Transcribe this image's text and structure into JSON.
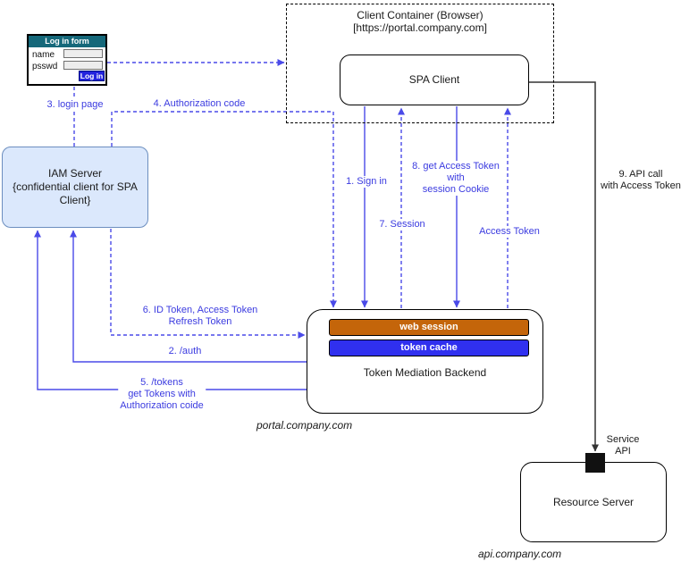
{
  "colors": {
    "edge_blue": "#4A4AE8",
    "edge_black": "#333333",
    "iam_fill": "#DBE8FC",
    "iam_stroke": "#6C8EBF",
    "web_session_fill": "#C4650A",
    "token_cache_fill": "#3030EF",
    "login_header_bg": "#15687A",
    "login_button_bg": "#2323DE"
  },
  "client_container": {
    "title_line1": "Client Container (Browser)",
    "title_line2": "[https://portal.company.com]",
    "spa_client_label": "SPA Client"
  },
  "login_form": {
    "title": "Log in form",
    "name_label": "name",
    "psswd_label": "psswd",
    "button_label": "Log in"
  },
  "iam_server": {
    "line1": "IAM Server",
    "line2": "{confidential client for SPA",
    "line3": "Client}"
  },
  "token_mediation_backend": {
    "web_session_label": "web session",
    "token_cache_label": "token cache",
    "title": "Token Mediation Backend",
    "domain": "portal.company.com"
  },
  "resource_server": {
    "title": "Resource Server",
    "port_line1": "Service",
    "port_line2": "API",
    "domain": "api.company.com"
  },
  "edge_labels": {
    "step1": "1. Sign in",
    "step2": "2.  /auth",
    "step3": "3. login page",
    "step4": "4. Authorization code",
    "step5_line1": "5. /tokens",
    "step5_line2": "get Tokens with",
    "step5_line3": "Authorization coide",
    "step6_line1": "6. ID Token, Access Token",
    "step6_line2": "Refresh Token",
    "step7": "7. Session",
    "step8_line1": "8. get Access Token",
    "step8_line2": "with",
    "step8_line3": "session Cookie",
    "step9_line1": "9. API call",
    "step9_line2": "with Access Token",
    "access_token": "Access Token"
  }
}
